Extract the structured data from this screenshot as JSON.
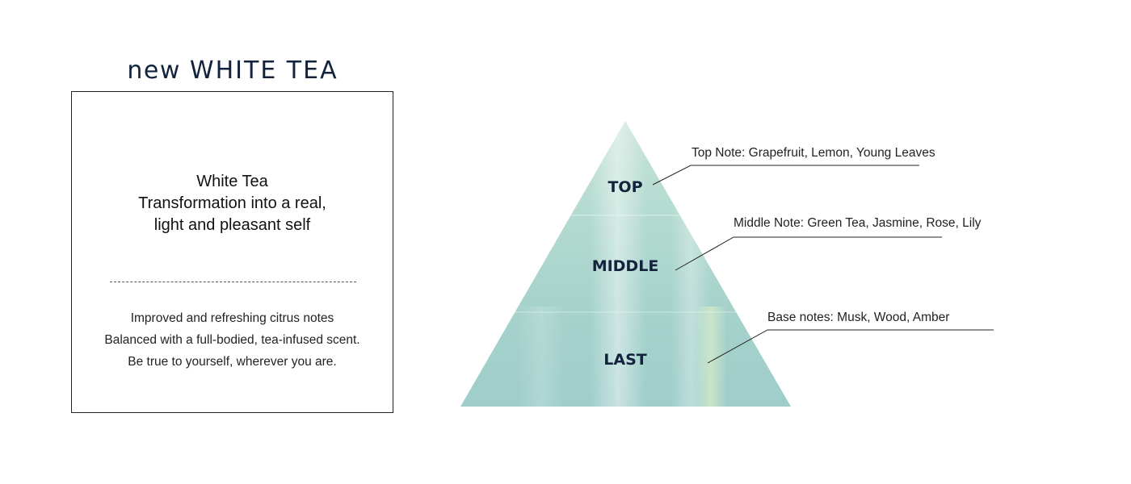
{
  "brand": {
    "prefix": "new",
    "name": "WHITE TEA"
  },
  "card": {
    "headline": [
      "White Tea",
      "Transformation into a real,",
      "light and pleasant self"
    ],
    "body": [
      "Improved and refreshing citrus notes",
      "Balanced with a full-bodied, tea-infused scent.",
      "Be true to yourself, wherever you are."
    ]
  },
  "pyramid": {
    "tiers": [
      {
        "label": "TOP",
        "note": "Top Note: Grapefruit, Lemon, Young Leaves"
      },
      {
        "label": "MIDDLE",
        "note": "Middle Note: Green Tea, Jasmine, Rose, Lily"
      },
      {
        "label": "LAST",
        "note": "Base notes: Musk, Wood, Amber"
      }
    ],
    "colors": {
      "base": "#a7d2cf",
      "top_tint": "#c2e1d6",
      "accent": "#d9ecd0"
    }
  }
}
